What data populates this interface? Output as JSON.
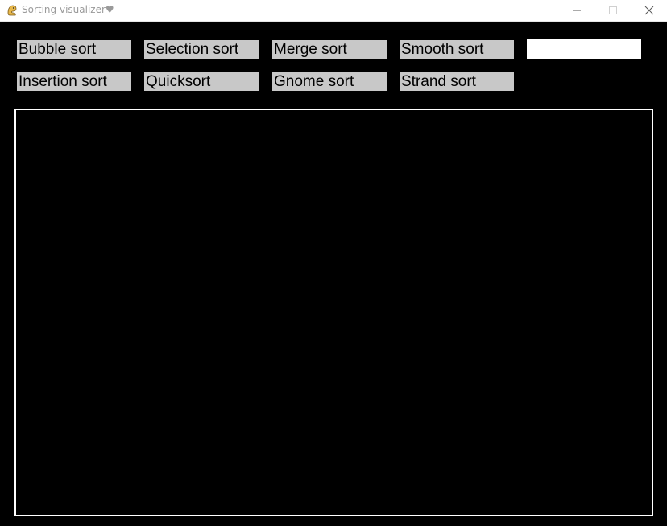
{
  "window": {
    "title": "Sorting visualizer♥",
    "app_icon": "pygame-snake-icon",
    "controls": {
      "minimize_icon": "minimize-icon",
      "maximize_icon": "maximize-icon",
      "close_icon": "close-icon"
    }
  },
  "buttons": {
    "row1": [
      "Bubble sort",
      "Selection sort",
      "Merge sort",
      "Smooth sort"
    ],
    "row2": [
      "Insertion sort",
      "Quicksort",
      "Gnome sort",
      "Strand sort"
    ]
  },
  "input": {
    "value": "",
    "placeholder": ""
  },
  "colors": {
    "background": "#000000",
    "button_bg": "#c8c8c8",
    "button_text": "#000000",
    "canvas_border": "#ffffff",
    "input_bg": "#ffffff"
  }
}
